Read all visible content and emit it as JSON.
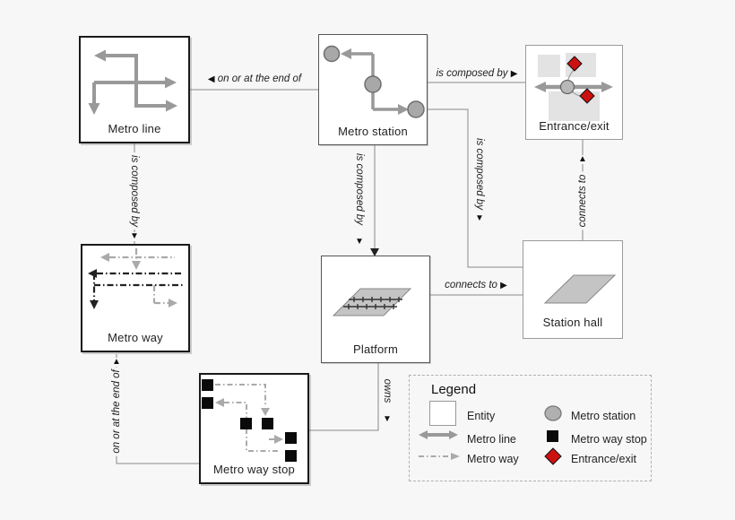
{
  "nodes": {
    "metro_line": "Metro line",
    "metro_station": "Metro station",
    "entrance_exit": "Entrance/exit",
    "metro_way": "Metro way",
    "platform": "Platform",
    "station_hall": "Station hall",
    "metro_way_stop": "Metro way stop"
  },
  "edges": {
    "on_or_at_the_end_of_top": "on or at the end of",
    "is_composed_by_top": "is composed by",
    "is_composed_by_left": "is composed by",
    "is_composed_by_mid": "is composed by",
    "is_composed_by_right": "is composed by",
    "connects_to_vertical": "connects to",
    "connects_to_horizontal": "connects to",
    "on_or_at_the_end_of_bottom": "on or at the end of",
    "owns": "owns",
    "arrow_left": "◀",
    "arrow_right": "▶",
    "arrow_up": "▲",
    "arrow_down": "▼"
  },
  "legend": {
    "title": "Legend",
    "items": [
      {
        "key": "entity",
        "label": "Entity"
      },
      {
        "key": "metro-line",
        "label": "Metro line"
      },
      {
        "key": "metro-way",
        "label": "Metro way"
      },
      {
        "key": "metro-station",
        "label": "Metro station"
      },
      {
        "key": "metro-way-stop",
        "label": "Metro way stop"
      },
      {
        "key": "entrance-exit",
        "label": "Entrance/exit"
      }
    ]
  },
  "colors": {
    "background": "#f7f7f7",
    "connector_gray": "#888888",
    "icon_gray": "#999999",
    "accent_red": "#cc1111"
  }
}
